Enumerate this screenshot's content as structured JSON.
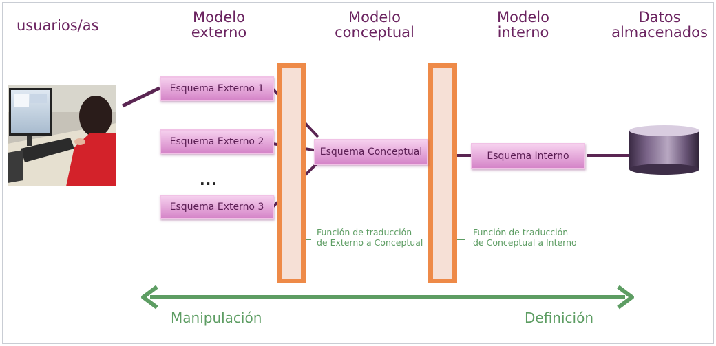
{
  "headers": {
    "users": "usuarios/as",
    "external_model": "Modelo\nexterno",
    "conceptual_model": "Modelo\nconceptual",
    "internal_model": "Modelo\ninterno",
    "stored_data": "Datos\nalmacenados"
  },
  "boxes": {
    "external_1": "Esquema Externo 1",
    "external_2": "Esquema Externo 2",
    "ellipsis": "...",
    "external_3": "Esquema Externo 3",
    "conceptual": "Esquema Conceptual",
    "internal": "Esquema Interno"
  },
  "functions": {
    "ext_to_conc": "Función de traducción\nde Externo a Conceptual",
    "conc_to_int": "Función de traducción\nde Conceptual a Interno"
  },
  "axis": {
    "left_label": "Manipulación",
    "right_label": "Definición"
  },
  "colors": {
    "header_text": "#6b2460",
    "connector": "#5a2552",
    "bar_border": "#ee8a48",
    "bar_fill": "#f6e0d6",
    "box_fill_top": "#f6d0ee",
    "box_fill_bottom": "#d585c8",
    "green": "#5d9d63"
  },
  "icons": [
    "user-at-computer-photo",
    "database-cylinder-icon",
    "left-arrow-icon",
    "double-headed-arrow-icon"
  ]
}
